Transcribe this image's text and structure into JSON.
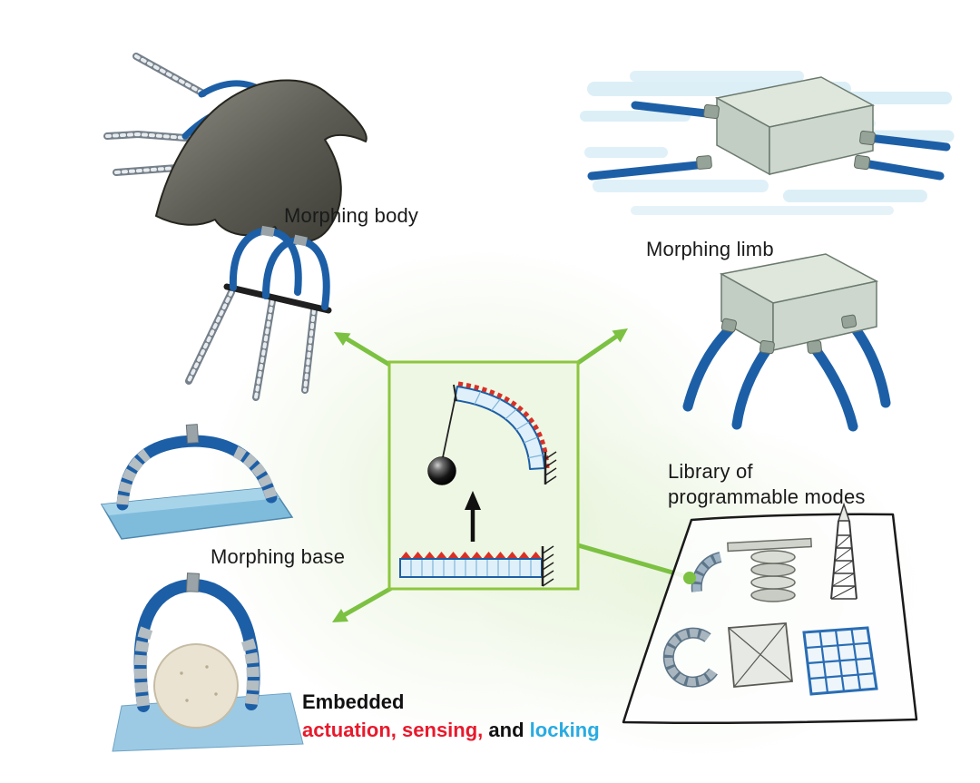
{
  "figure": {
    "labels": {
      "morphing_body": "Morphing body",
      "morphing_limb": "Morphing limb",
      "morphing_base": "Morphing base",
      "library_line1": "Library of",
      "library_line2": "programmable modes"
    },
    "caption": {
      "embedded": "Embedded",
      "actuation": "actuation,",
      "sensing": "sensing,",
      "and": "and",
      "locking": "locking"
    },
    "icons": {
      "arrow_to_body": "green-arrow-up-left",
      "arrow_to_limb": "green-arrow-up-right",
      "arrow_to_base": "green-arrow-down-left",
      "library_connector": "green-line-with-dot",
      "center_mechanism": "anchored-beam-with-pendulum-weight-and-up-arrow"
    },
    "colors": {
      "arrow_green": "#7cc142",
      "box_border": "#8dc63f",
      "box_fill": "#eef7e3",
      "tube_blue": "#1d5fa6",
      "red_accent": "#e8192c",
      "locking_blue": "#29abe2",
      "water_blue": "#bfe2f1",
      "body_gray": "#55554e"
    }
  }
}
